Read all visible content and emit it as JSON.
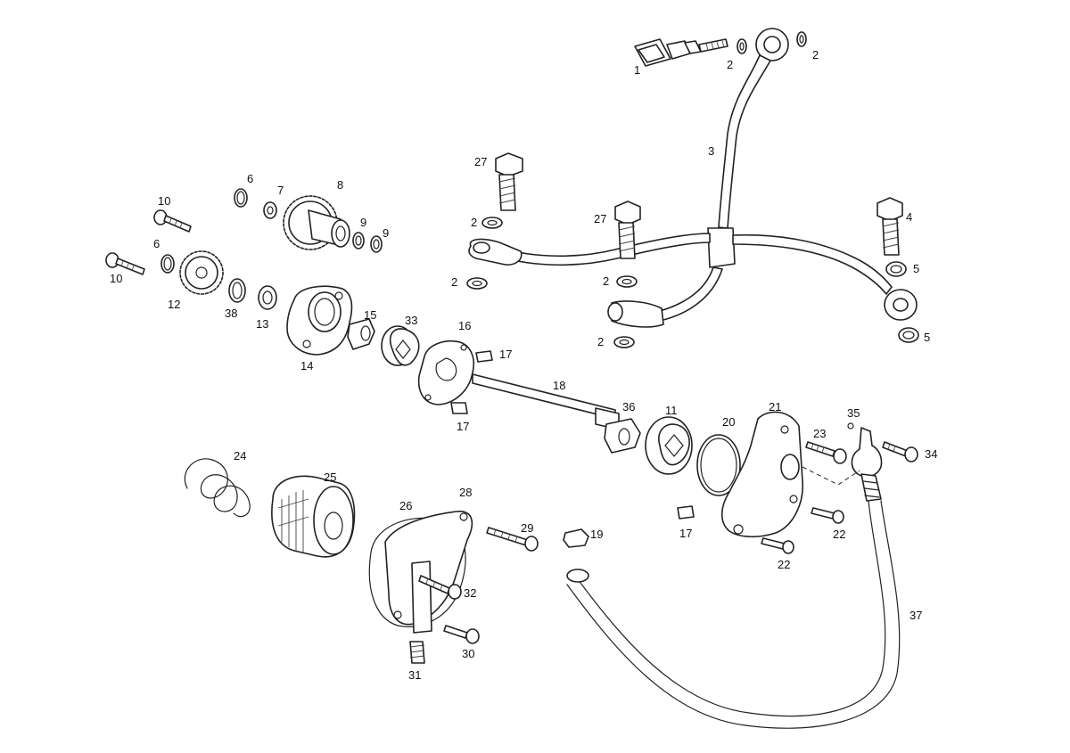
{
  "labels": [
    {
      "id": "l1",
      "text": "1"
    },
    {
      "id": "l2a",
      "text": "2"
    },
    {
      "id": "l2b",
      "text": "2"
    },
    {
      "id": "l3",
      "text": "3"
    },
    {
      "id": "l27a",
      "text": "27"
    },
    {
      "id": "l2c",
      "text": "2"
    },
    {
      "id": "l27b",
      "text": "27"
    },
    {
      "id": "l4",
      "text": "4"
    },
    {
      "id": "l2d",
      "text": "2"
    },
    {
      "id": "l2e",
      "text": "2"
    },
    {
      "id": "l5a",
      "text": "5"
    },
    {
      "id": "l2f",
      "text": "2"
    },
    {
      "id": "l5b",
      "text": "5"
    },
    {
      "id": "l6a",
      "text": "6"
    },
    {
      "id": "l7",
      "text": "7"
    },
    {
      "id": "l8",
      "text": "8"
    },
    {
      "id": "l10a",
      "text": "10"
    },
    {
      "id": "l9a",
      "text": "9"
    },
    {
      "id": "l9b",
      "text": "9"
    },
    {
      "id": "l6b",
      "text": "6"
    },
    {
      "id": "l10b",
      "text": "10"
    },
    {
      "id": "l12",
      "text": "12"
    },
    {
      "id": "l38",
      "text": "38"
    },
    {
      "id": "l13",
      "text": "13"
    },
    {
      "id": "l14",
      "text": "14"
    },
    {
      "id": "l15",
      "text": "15"
    },
    {
      "id": "l33",
      "text": "33"
    },
    {
      "id": "l16",
      "text": "16"
    },
    {
      "id": "l17a",
      "text": "17"
    },
    {
      "id": "l18",
      "text": "18"
    },
    {
      "id": "l17b",
      "text": "17"
    },
    {
      "id": "l36",
      "text": "36"
    },
    {
      "id": "l11",
      "text": "11"
    },
    {
      "id": "l20",
      "text": "20"
    },
    {
      "id": "l21",
      "text": "21"
    },
    {
      "id": "l35",
      "text": "35"
    },
    {
      "id": "l23",
      "text": "23"
    },
    {
      "id": "l34",
      "text": "34"
    },
    {
      "id": "l24",
      "text": "24"
    },
    {
      "id": "l25",
      "text": "25"
    },
    {
      "id": "l26",
      "text": "26"
    },
    {
      "id": "l28",
      "text": "28"
    },
    {
      "id": "l29",
      "text": "29"
    },
    {
      "id": "l19",
      "text": "19"
    },
    {
      "id": "l17c",
      "text": "17"
    },
    {
      "id": "l22a",
      "text": "22"
    },
    {
      "id": "l22b",
      "text": "22"
    },
    {
      "id": "l32",
      "text": "32"
    },
    {
      "id": "l30",
      "text": "30"
    },
    {
      "id": "l31",
      "text": "31"
    },
    {
      "id": "l37",
      "text": "37"
    }
  ]
}
